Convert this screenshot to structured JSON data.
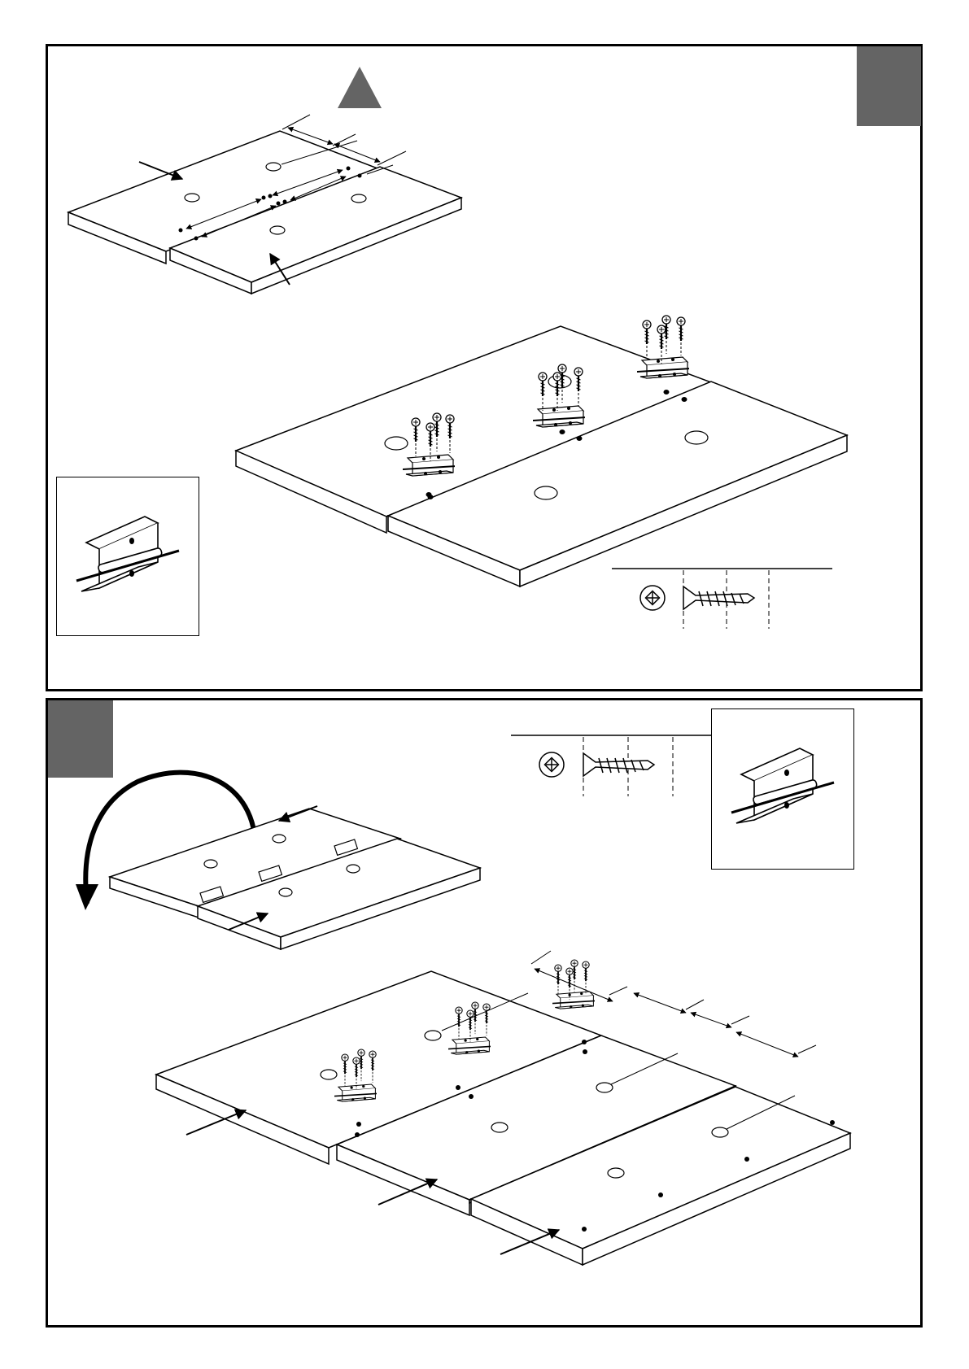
{
  "page": {
    "background_color": "#ffffff",
    "line_color": "#000000",
    "marker_color": "#646464"
  },
  "steps": [
    {
      "panel": "upper",
      "step_marker": "upper-right-grey-block",
      "caution_icon": "warning-triangle-icon",
      "panels_shown": 2,
      "hinges": 3,
      "screws_per_hinge": 4,
      "screw_legend": {
        "drive_icon": "pozidriv-icon",
        "part_icon": "wood-screw-icon"
      },
      "detail_inset": "hinge-detail-icon"
    },
    {
      "panel": "lower",
      "step_marker": "upper-left-grey-block",
      "rotation_arrow": "curved-flip-arrow-icon",
      "panels_shown": 3,
      "hinges": 3,
      "screws_per_hinge": 4,
      "screw_legend": {
        "drive_icon": "pozidriv-icon",
        "part_icon": "wood-screw-icon"
      },
      "detail_inset": "hinge-detail-icon"
    }
  ]
}
